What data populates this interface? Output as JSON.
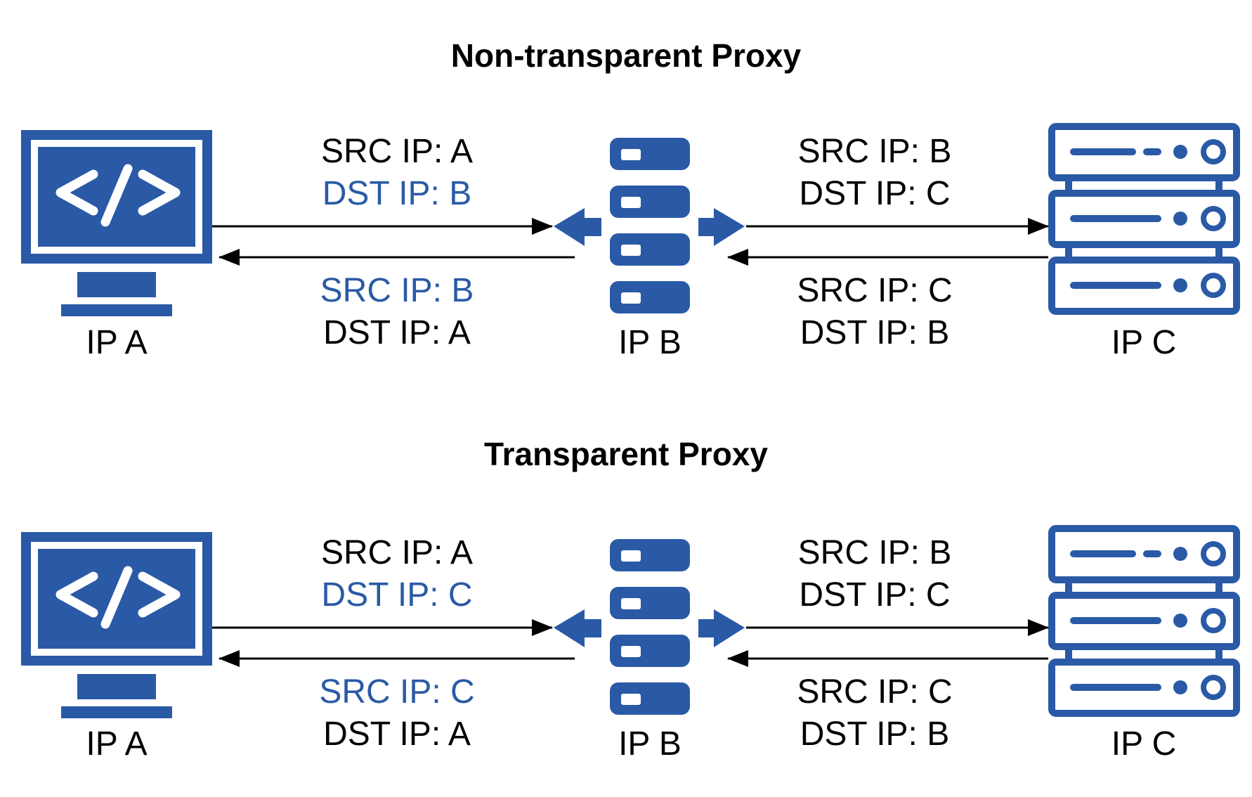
{
  "colors": {
    "accent": "#2a5aa6",
    "text": "#000000",
    "background": "#ffffff"
  },
  "icons": {
    "client": "code-monitor-icon",
    "proxy": "proxy-server-icon",
    "server": "server-rack-icon"
  },
  "panels": [
    {
      "title": "Non-transparent Proxy",
      "nodes": {
        "client": "IP A",
        "proxy": "IP B",
        "server": "IP C"
      },
      "left_request": {
        "src": "SRC IP: A",
        "dst": "DST IP: B",
        "highlight": "dst"
      },
      "left_response": {
        "src": "SRC IP: B",
        "dst": "DST IP: A",
        "highlight": "src"
      },
      "right_request": {
        "src": "SRC IP: B",
        "dst": "DST IP: C"
      },
      "right_response": {
        "src": "SRC IP: C",
        "dst": "DST IP: B"
      }
    },
    {
      "title": "Transparent Proxy",
      "nodes": {
        "client": "IP A",
        "proxy": "IP B",
        "server": "IP C"
      },
      "left_request": {
        "src": "SRC IP: A",
        "dst": "DST IP: C",
        "highlight": "dst"
      },
      "left_response": {
        "src": "SRC IP: C",
        "dst": "DST IP: A",
        "highlight": "src"
      },
      "right_request": {
        "src": "SRC IP: B",
        "dst": "DST IP: C"
      },
      "right_response": {
        "src": "SRC IP: C",
        "dst": "DST IP: B"
      }
    }
  ]
}
